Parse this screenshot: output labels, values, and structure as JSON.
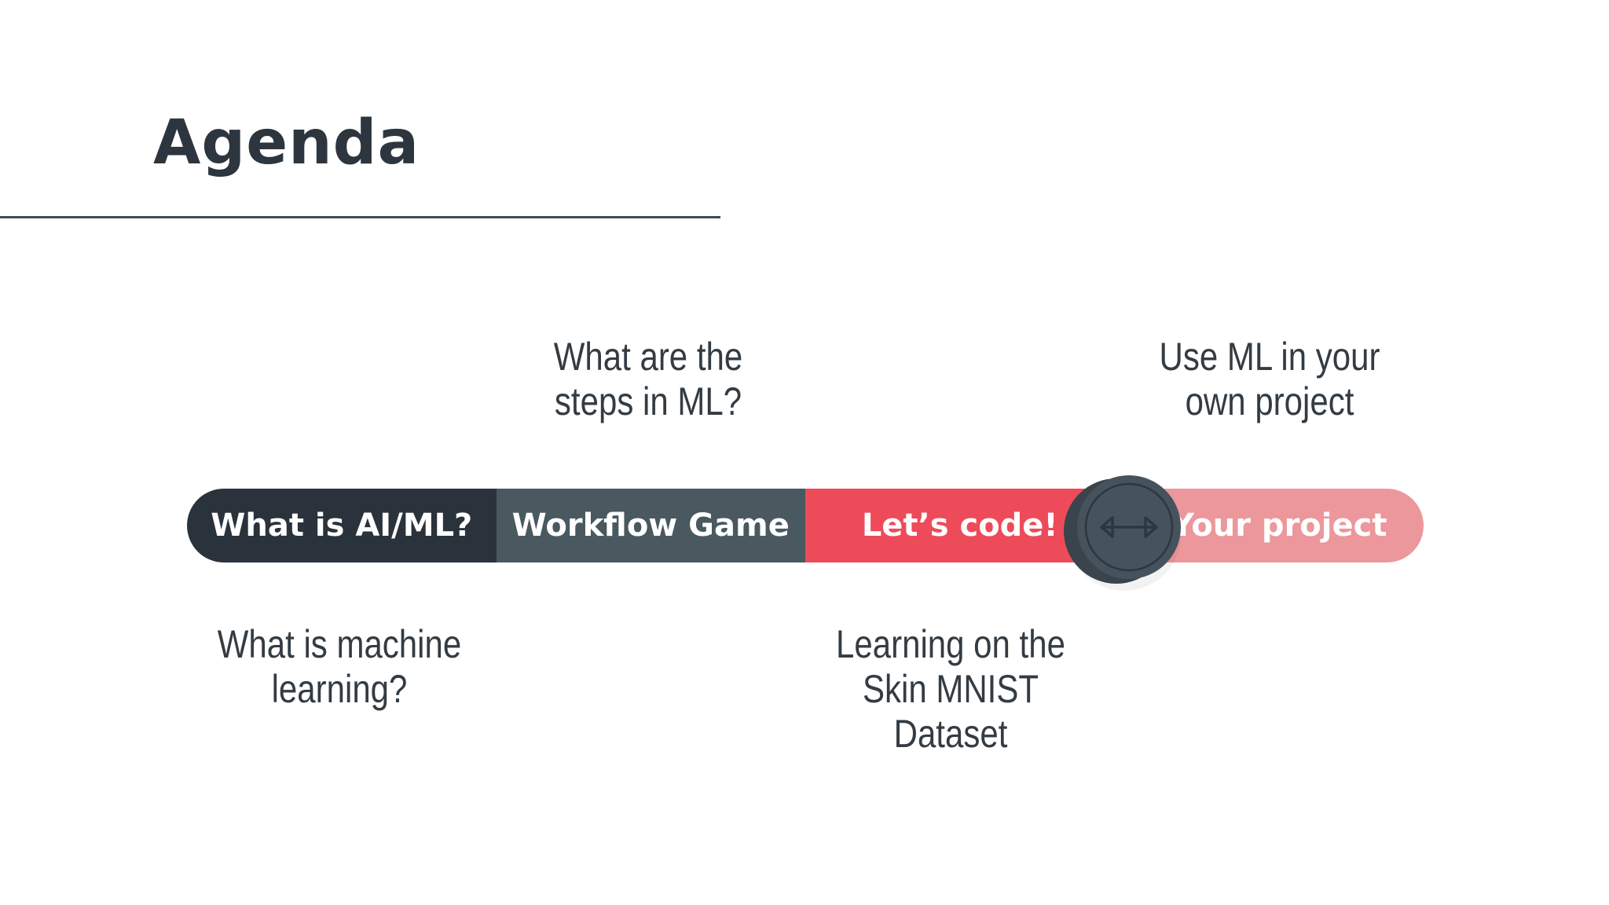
{
  "slide": {
    "title": "Agenda",
    "background_color": "#ffffff",
    "underline_color": "#3e4b5a",
    "text_color": "#333c43"
  },
  "timeline": {
    "segments": [
      {
        "label": "What is AI/ML?",
        "color": "#2a333c",
        "text_color": "#ffffff"
      },
      {
        "label": "Workflow Game",
        "color": "#4a5860",
        "text_color": "#ffffff"
      },
      {
        "label": "Let’s code!",
        "color": "#ee4b5a",
        "text_color": "#ffffff"
      },
      {
        "label": "Your project",
        "color": "#ec979b",
        "text_color": "#ffffff"
      }
    ],
    "slider": {
      "icon": "horizontal-double-arrow-icon",
      "face_color": "#46535c",
      "edge_color": "#39444d",
      "detail_color": "#2c3741"
    }
  },
  "annotations": {
    "top_mid": "What are the\nsteps in ML?",
    "top_right": "Use ML in your\nown project",
    "bottom_left": "What is machine\nlearning?",
    "bottom_mid": "Learning on the\nSkin MNIST\nDataset"
  }
}
